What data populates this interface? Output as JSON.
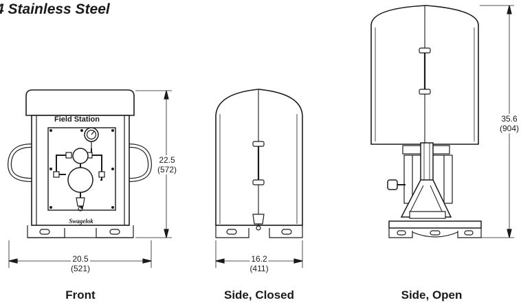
{
  "heading": "4 Stainless Steel",
  "panel_text": {
    "nameplate": "Field Station",
    "brand": "Swagelok"
  },
  "views": [
    {
      "label": "Front"
    },
    {
      "label": "Side, Closed"
    },
    {
      "label": "Side, Open"
    }
  ],
  "dimensions": {
    "front_width": {
      "inches": "20.5",
      "mm": "(521)"
    },
    "front_height": {
      "inches": "22.5",
      "mm": "(572)"
    },
    "closed_depth": {
      "inches": "16.2",
      "mm": "(411)"
    },
    "open_height": {
      "inches": "35.6",
      "mm": "(904)"
    }
  }
}
